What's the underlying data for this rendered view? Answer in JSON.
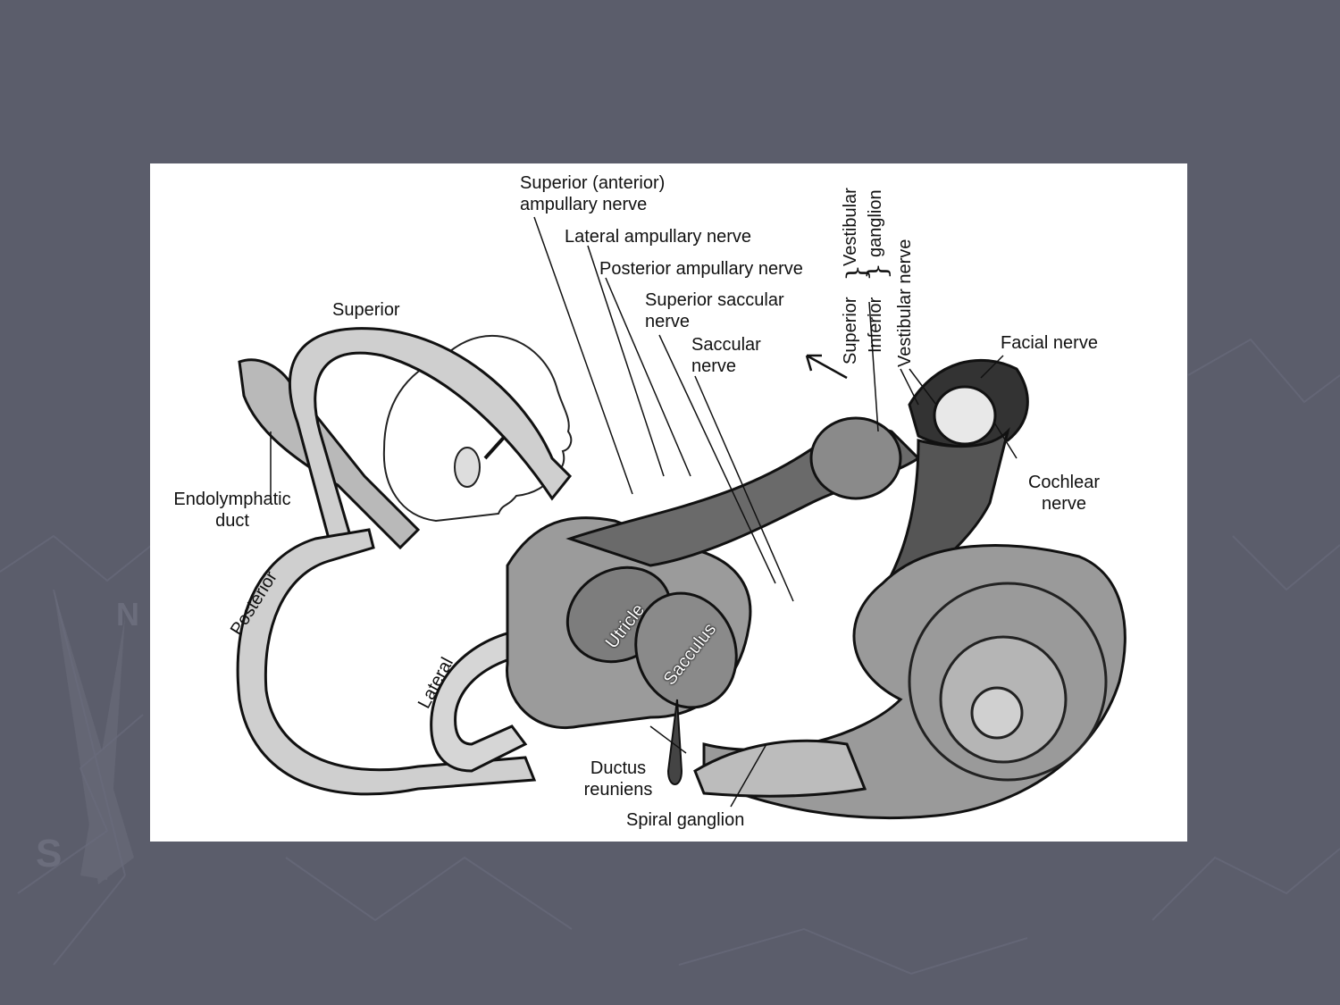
{
  "slide": {
    "background": "#5b5d6b",
    "figure_background": "#ffffff"
  },
  "labels": {
    "superior_anterior_ampullary": "Superior (anterior)\nampullary nerve",
    "superior_anterior_line1": "Superior (anterior)",
    "superior_anterior_line2": "ampullary nerve",
    "lateral_ampullary": "Lateral ampullary nerve",
    "posterior_ampullary": "Posterior ampullary nerve",
    "superior_saccular_line1": "Superior saccular",
    "superior_saccular_line2": "nerve",
    "saccular_line1": "Saccular",
    "saccular_line2": "nerve",
    "superior_canal": "Superior",
    "endolymphatic_line1": "Endolymphatic",
    "endolymphatic_line2": "duct",
    "posterior_canal": "Posterior",
    "lateral_canal": "Lateral",
    "utricle": "Utricle",
    "sacculus": "Sacculus",
    "ductus_line1": "Ductus",
    "ductus_line2": "reuniens",
    "spiral_ganglion": "Spiral ganglion",
    "facial_nerve": "Facial nerve",
    "cochlear_line1": "Cochlear",
    "cochlear_line2": "nerve",
    "vg_superior": "Superior",
    "vg_inferior": "Inferior",
    "vg_vestibular": "Vestibular",
    "vg_ganglion": "ganglion",
    "vestibular_nerve": "Vestibular nerve"
  }
}
